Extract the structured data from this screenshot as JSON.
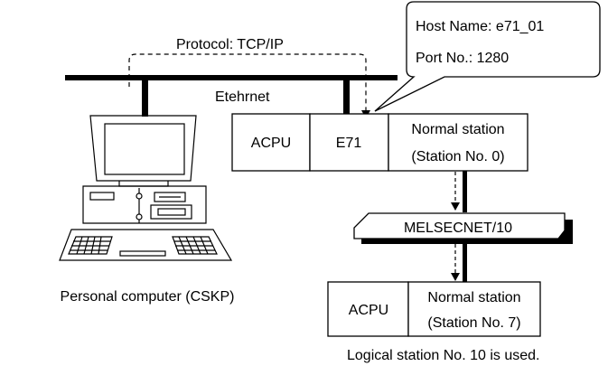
{
  "protocol_label": "Protocol: TCP/IP",
  "network_label": "Etehrnet",
  "callout": {
    "host_name": "Host Name: e71_01",
    "port_no": "Port No.: 1280"
  },
  "station_top": {
    "cpu": "ACPU",
    "module": "E71",
    "type": "Normal station",
    "number": "(Station No. 0)"
  },
  "melsecnet_label": "MELSECNET/10",
  "station_bottom": {
    "cpu": "ACPU",
    "type": "Normal station",
    "number": "(Station No. 7)"
  },
  "pc_label": "Personal computer (CSKP)",
  "footer_note": "Logical station No. 10 is used.",
  "colors": {
    "line": "#000000",
    "background": "#ffffff"
  }
}
